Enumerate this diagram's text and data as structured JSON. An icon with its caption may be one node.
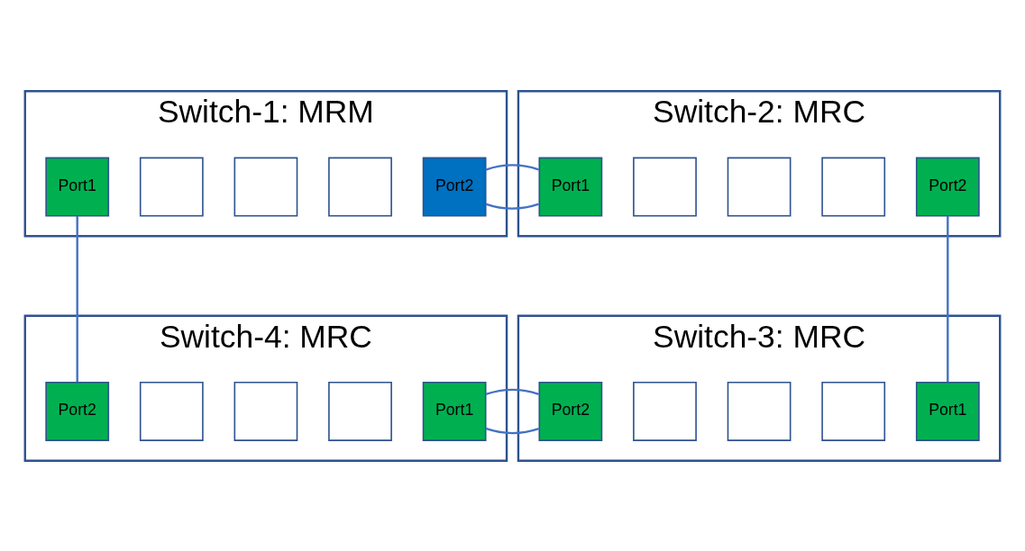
{
  "diagram": {
    "nodes": [
      {
        "text": [
          "Switch-1: MRM"
        ]
      },
      {
        "text": [
          "Port1"
        ],
        "in": 0
      },
      {
        "text": [],
        "shape": "box",
        "in": 0
      },
      {
        "text": [],
        "shape": "box",
        "in": 0
      },
      {
        "text": [],
        "shape": "box",
        "in": 0
      },
      {
        "text": [
          "Port2"
        ],
        "in": 0
      },
      {
        "text": [
          "Switch-2: MRC"
        ]
      },
      {
        "text": [
          "Port1"
        ],
        "in": 6
      },
      {
        "text": [],
        "shape": "box",
        "in": 6
      },
      {
        "text": [],
        "shape": "box",
        "in": 6
      },
      {
        "text": [],
        "shape": "box",
        "in": 6
      },
      {
        "text": [
          "Port2"
        ],
        "in": 6
      },
      {
        "text": [
          "Switch-4: MRC"
        ]
      },
      {
        "text": [
          "Port2"
        ],
        "in": 12
      },
      {
        "text": [],
        "shape": "box",
        "in": 12
      },
      {
        "text": [],
        "shape": "box",
        "in": 12
      },
      {
        "text": [],
        "shape": "box",
        "in": 12
      },
      {
        "text": [
          "Port1"
        ],
        "in": 12
      },
      {
        "text": [
          "Switch-3: MRC"
        ]
      },
      {
        "text": [
          "Port2"
        ],
        "in": 18
      },
      {
        "text": [],
        "shape": "box",
        "in": 18
      },
      {
        "text": [],
        "shape": "box",
        "in": 18
      },
      {
        "text": [],
        "shape": "box",
        "in": 18
      },
      {
        "text": [
          "Port1"
        ],
        "in": 18
      }
    ],
    "edges": [
      {
        "from": 5,
        "to": 7,
        "arrow": "none"
      },
      {
        "from": 1,
        "to": 13,
        "arrow": "none"
      },
      {
        "from": 11,
        "to": 23,
        "arrow": "none"
      },
      {
        "from": 17,
        "to": 19,
        "arrow": "none"
      }
    ]
  }
}
